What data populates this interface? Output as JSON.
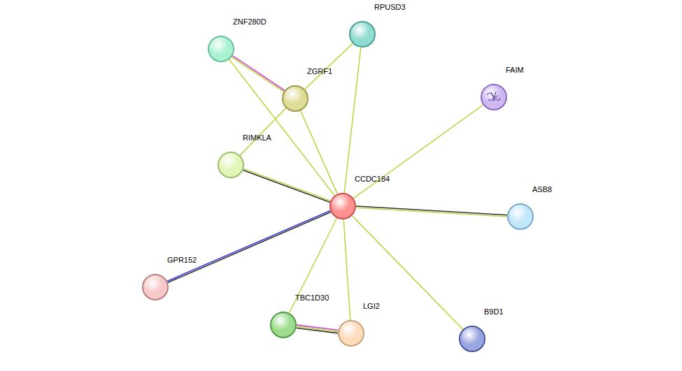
{
  "diagram": {
    "nodes": [
      {
        "text": [
          "RPUSD3"
        ]
      },
      {
        "text": [
          "ZNF280D"
        ]
      },
      {
        "text": [
          "ZGRF1"
        ]
      },
      {
        "text": [
          "FAIM"
        ]
      },
      {
        "text": [
          "RIMKLA"
        ]
      },
      {
        "text": [
          "CCDC184"
        ]
      },
      {
        "text": [
          "ASB8"
        ]
      },
      {
        "text": [
          "GPR152"
        ]
      },
      {
        "text": [
          "TBC1D30"
        ]
      },
      {
        "text": [
          "LGI2"
        ]
      },
      {
        "text": [
          "B9D1"
        ]
      }
    ],
    "edges": [
      {
        "from": 1,
        "to": 2,
        "arrow": "none"
      },
      {
        "from": 1,
        "to": 5,
        "arrow": "none"
      },
      {
        "from": 0,
        "to": 2,
        "arrow": "none"
      },
      {
        "from": 0,
        "to": 5,
        "arrow": "none"
      },
      {
        "from": 2,
        "to": 5,
        "arrow": "none"
      },
      {
        "from": 2,
        "to": 4,
        "arrow": "none"
      },
      {
        "from": 4,
        "to": 5,
        "arrow": "none"
      },
      {
        "from": 3,
        "to": 5,
        "arrow": "none"
      },
      {
        "from": 5,
        "to": 6,
        "arrow": "none"
      },
      {
        "from": 5,
        "to": 7,
        "arrow": "none"
      },
      {
        "from": 5,
        "to": 8,
        "arrow": "none"
      },
      {
        "from": 5,
        "to": 9,
        "arrow": "none"
      },
      {
        "from": 5,
        "to": 10,
        "arrow": "none"
      },
      {
        "from": 8,
        "to": 9,
        "arrow": "none"
      }
    ]
  }
}
